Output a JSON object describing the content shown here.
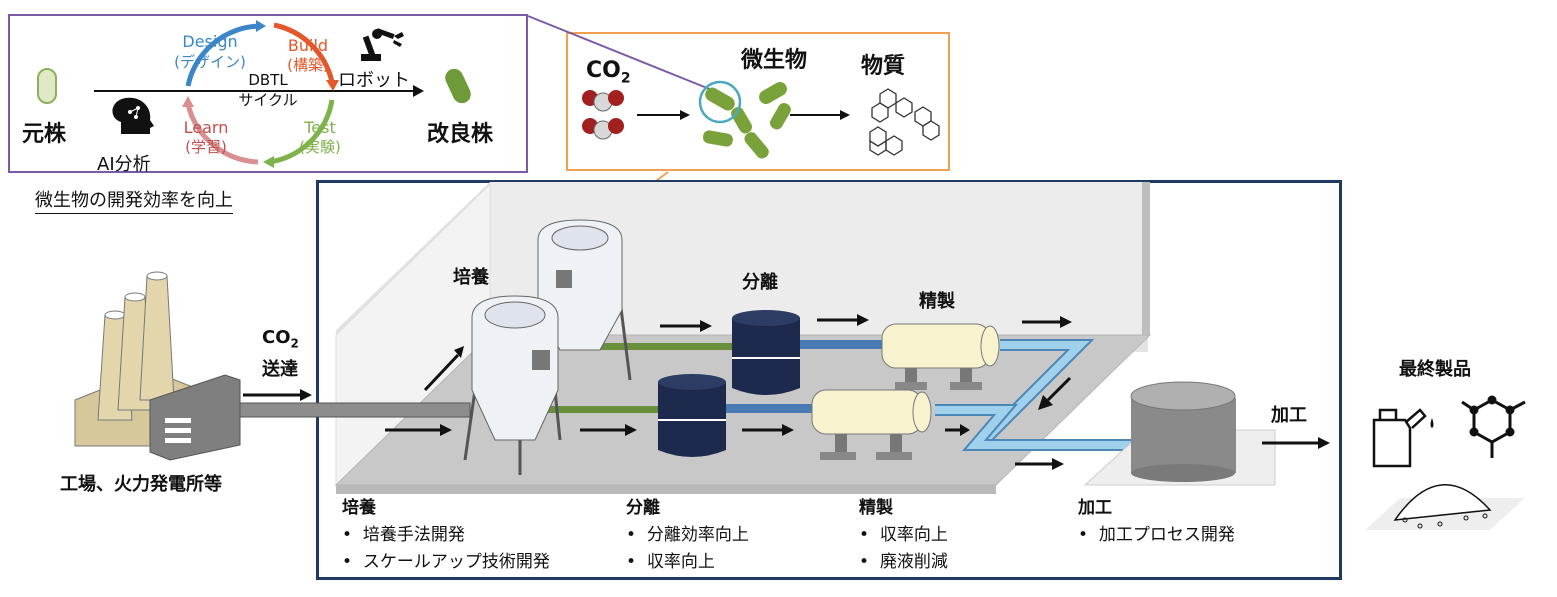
{
  "dbtl": {
    "origin_strain": "元株",
    "improved_strain": "改良株",
    "ai_label": "AI分析",
    "robot_label": "ロボット",
    "cycle_label_1": "DBTL",
    "cycle_label_2": "サイクル",
    "design_en": "Design",
    "design_ja": "(デザイン)",
    "build_en": "Build",
    "build_ja": "(構築)",
    "test_en": "Test",
    "test_ja": "(実験)",
    "learn_en": "Learn",
    "learn_ja": "(学習)",
    "colors": {
      "design": "#3b86c8",
      "build": "#e2582a",
      "test": "#7fb24a",
      "learn": "#d98f8f"
    }
  },
  "micro": {
    "co2": "CO",
    "co2_sub": "2",
    "microbe": "微生物",
    "substance": "物質"
  },
  "efficiency": "微生物の開発効率を向上",
  "factory": {
    "label": "工場、火力発電所等",
    "co2": "CO",
    "co2_sub": "2",
    "transport": "送達"
  },
  "plant": {
    "culture": "培養",
    "separation": "分離",
    "purification": "精製",
    "processing": "加工"
  },
  "final": {
    "label": "最終製品"
  },
  "bottom": {
    "culture_title": "培養",
    "culture_items": [
      "培養手法開発",
      "スケールアップ技術開発"
    ],
    "separation_title": "分離",
    "separation_items": [
      "分離効率向上",
      "収率向上"
    ],
    "purification_title": "精製",
    "purification_items": [
      "収率向上",
      "廃液削減"
    ],
    "processing_title": "加工",
    "processing_items": [
      "加工プロセス開発"
    ]
  }
}
